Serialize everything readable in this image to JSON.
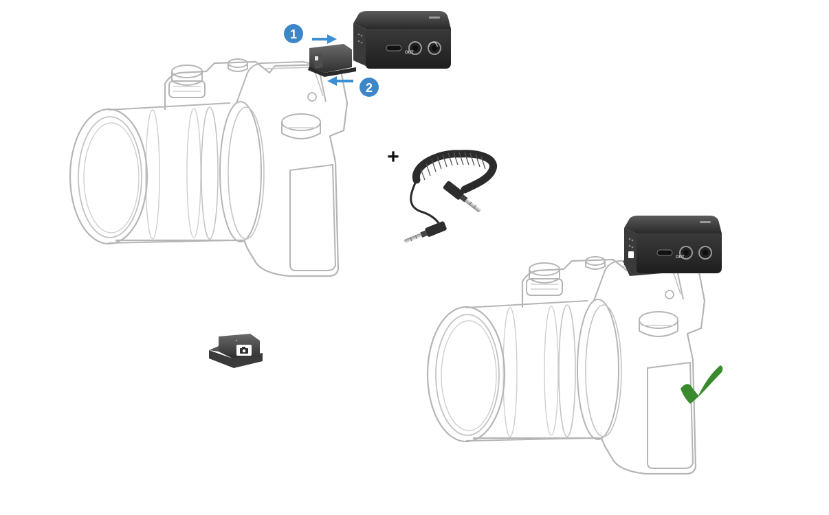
{
  "steps": {
    "step1": "1",
    "step2": "2"
  },
  "plus_sign": "+",
  "receiver": {
    "out_label": "OUT",
    "icon": "headphone-icon"
  },
  "shoe_adapter": {
    "icon": "camera-icon"
  },
  "check": {
    "icon": "checkmark-icon"
  },
  "colors": {
    "step_badge": "#3d86c8",
    "arrow": "#3b8fd4",
    "check": "#3a8a2e",
    "camera_outline": "#b5b5b5",
    "device_body": "#2e2e2e"
  }
}
